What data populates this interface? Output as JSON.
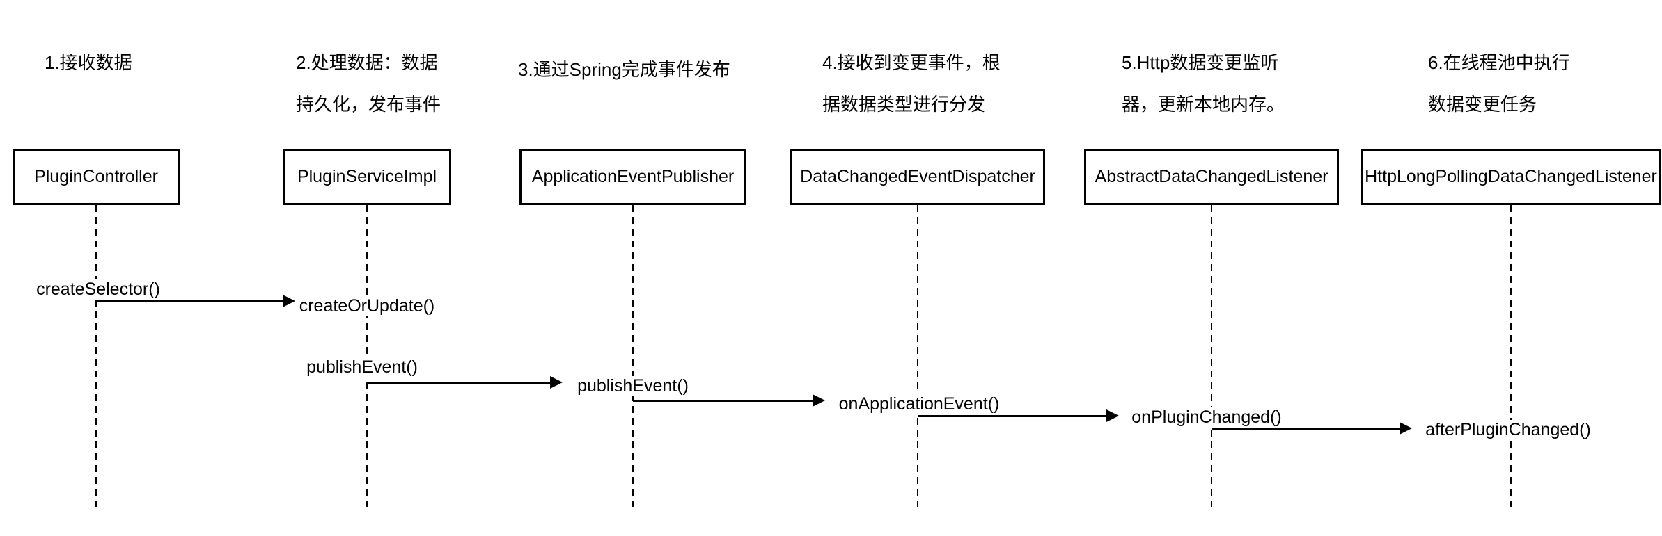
{
  "diagram": {
    "annotations": [
      {
        "lines": [
          "1.接收数据"
        ]
      },
      {
        "lines": [
          "2.处理数据：数据",
          "持久化，发布事件"
        ]
      },
      {
        "lines": [
          "3.通过Spring完成事件发布"
        ]
      },
      {
        "lines": [
          "4.接收到变更事件，根",
          "据数据类型进行分发"
        ]
      },
      {
        "lines": [
          "5.Http数据变更监听",
          "器，更新本地内存。"
        ]
      },
      {
        "lines": [
          "6.在线程池中执行",
          "数据变更任务"
        ]
      }
    ],
    "actors": [
      "PluginController",
      "PluginServiceImpl",
      "ApplicationEventPublisher",
      "DataChangedEventDispatcher",
      "AbstractDataChangedListener",
      "HttpLongPollingDataChangedListener"
    ],
    "messages": {
      "m1_send": "createSelector()",
      "m1_recv": "createOrUpdate()",
      "m2_send": "publishEvent()",
      "m2_recv": "publishEvent()",
      "m3_recv": "onApplicationEvent()",
      "m4_recv": "onPluginChanged()",
      "m5_recv": "afterPluginChanged()"
    },
    "colors": {
      "line": "#000000",
      "background": "#ffffff"
    }
  }
}
